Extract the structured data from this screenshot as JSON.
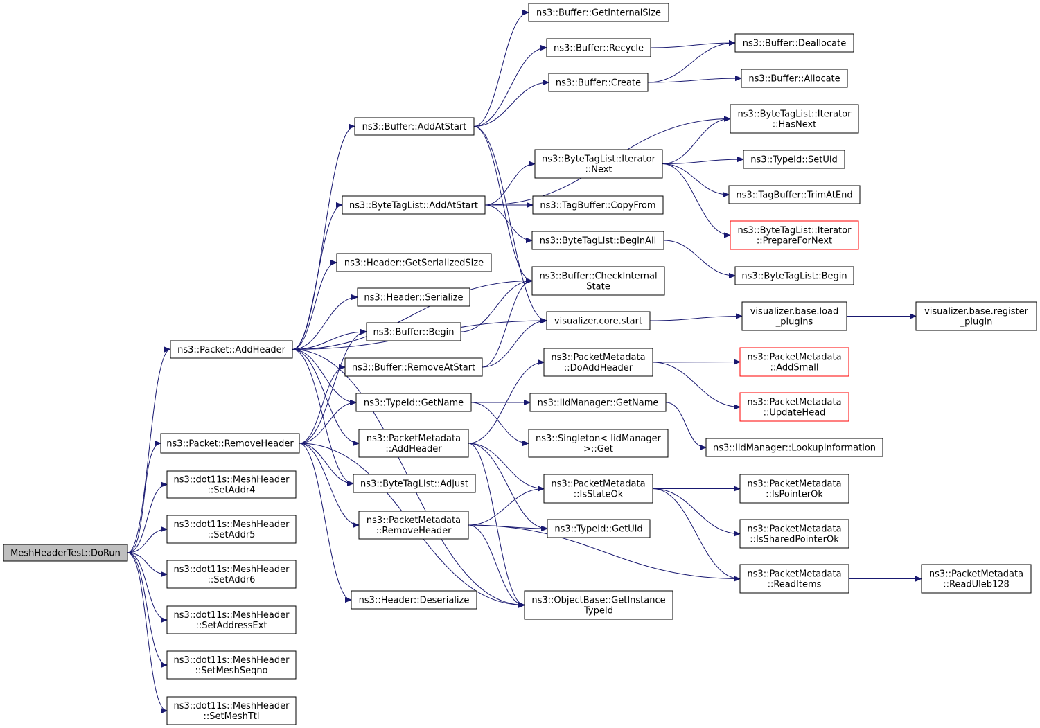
{
  "graph": {
    "nodes": [
      {
        "id": "n0",
        "lines": [
          "MeshHeaderTest::DoRun"
        ],
        "kind": "root"
      },
      {
        "id": "n1",
        "lines": [
          "ns3::Packet::AddHeader"
        ]
      },
      {
        "id": "n2",
        "lines": [
          "ns3::Packet::RemoveHeader"
        ]
      },
      {
        "id": "n3",
        "lines": [
          "ns3::dot11s::MeshHeader",
          "::SetAddr4"
        ]
      },
      {
        "id": "n4",
        "lines": [
          "ns3::dot11s::MeshHeader",
          "::SetAddr5"
        ]
      },
      {
        "id": "n5",
        "lines": [
          "ns3::dot11s::MeshHeader",
          "::SetAddr6"
        ]
      },
      {
        "id": "n6",
        "lines": [
          "ns3::dot11s::MeshHeader",
          "::SetAddressExt"
        ]
      },
      {
        "id": "n7",
        "lines": [
          "ns3::dot11s::MeshHeader",
          "::SetMeshSeqno"
        ]
      },
      {
        "id": "n8",
        "lines": [
          "ns3::dot11s::MeshHeader",
          "::SetMeshTtl"
        ]
      },
      {
        "id": "n9",
        "lines": [
          "ns3::Buffer::AddAtStart"
        ]
      },
      {
        "id": "n10",
        "lines": [
          "ns3::ByteTagList::AddAtStart"
        ]
      },
      {
        "id": "n11",
        "lines": [
          "ns3::Header::GetSerializedSize"
        ]
      },
      {
        "id": "n12",
        "lines": [
          "ns3::Header::Serialize"
        ]
      },
      {
        "id": "n13",
        "lines": [
          "ns3::Buffer::Begin"
        ]
      },
      {
        "id": "n14",
        "lines": [
          "ns3::Buffer::RemoveAtStart"
        ]
      },
      {
        "id": "n15",
        "lines": [
          "ns3::TypeId::GetName"
        ]
      },
      {
        "id": "n16",
        "lines": [
          "ns3::PacketMetadata",
          "::AddHeader"
        ]
      },
      {
        "id": "n17",
        "lines": [
          "ns3::ByteTagList::Adjust"
        ]
      },
      {
        "id": "n18",
        "lines": [
          "ns3::PacketMetadata",
          "::RemoveHeader"
        ]
      },
      {
        "id": "n19",
        "lines": [
          "ns3::Header::Deserialize"
        ]
      },
      {
        "id": "n20",
        "lines": [
          "ns3::Buffer::GetInternalSize"
        ]
      },
      {
        "id": "n21",
        "lines": [
          "ns3::Buffer::Recycle"
        ]
      },
      {
        "id": "n22",
        "lines": [
          "ns3::Buffer::Create"
        ]
      },
      {
        "id": "n23",
        "lines": [
          "ns3::ByteTagList::Iterator",
          "::Next"
        ]
      },
      {
        "id": "n24",
        "lines": [
          "ns3::TagBuffer::CopyFrom"
        ]
      },
      {
        "id": "n25",
        "lines": [
          "ns3::ByteTagList::BeginAll"
        ]
      },
      {
        "id": "n26",
        "lines": [
          "ns3::Buffer::CheckInternal",
          "State"
        ]
      },
      {
        "id": "n27",
        "lines": [
          "visualizer.core.start"
        ]
      },
      {
        "id": "n28",
        "lines": [
          "ns3::PacketMetadata",
          "::DoAddHeader"
        ]
      },
      {
        "id": "n29",
        "lines": [
          "ns3::IidManager::GetName"
        ]
      },
      {
        "id": "n30",
        "lines": [
          "ns3::Singleton< IidManager",
          ">::Get"
        ]
      },
      {
        "id": "n31",
        "lines": [
          "ns3::PacketMetadata",
          "::IsStateOk"
        ]
      },
      {
        "id": "n32",
        "lines": [
          "ns3::TypeId::GetUid"
        ]
      },
      {
        "id": "n33",
        "lines": [
          "ns3::ObjectBase::GetInstance",
          "TypeId"
        ]
      },
      {
        "id": "n34",
        "lines": [
          "ns3::Buffer::Deallocate"
        ]
      },
      {
        "id": "n35",
        "lines": [
          "ns3::Buffer::Allocate"
        ]
      },
      {
        "id": "n36",
        "lines": [
          "ns3::ByteTagList::Iterator",
          "::HasNext"
        ]
      },
      {
        "id": "n37",
        "lines": [
          "ns3::TypeId::SetUid"
        ]
      },
      {
        "id": "n38",
        "lines": [
          "ns3::TagBuffer::TrimAtEnd"
        ]
      },
      {
        "id": "n39",
        "lines": [
          "ns3::ByteTagList::Iterator",
          "::PrepareForNext"
        ],
        "kind": "truncated"
      },
      {
        "id": "n40",
        "lines": [
          "ns3::ByteTagList::Begin"
        ]
      },
      {
        "id": "n41",
        "lines": [
          "visualizer.base.load",
          "_plugins"
        ]
      },
      {
        "id": "n42",
        "lines": [
          "visualizer.base.register",
          "_plugin"
        ]
      },
      {
        "id": "n43",
        "lines": [
          "ns3::PacketMetadata",
          "::AddSmall"
        ],
        "kind": "truncated"
      },
      {
        "id": "n44",
        "lines": [
          "ns3::PacketMetadata",
          "::UpdateHead"
        ],
        "kind": "truncated"
      },
      {
        "id": "n45",
        "lines": [
          "ns3::IidManager::LookupInformation"
        ]
      },
      {
        "id": "n46",
        "lines": [
          "ns3::PacketMetadata",
          "::IsPointerOk"
        ]
      },
      {
        "id": "n47",
        "lines": [
          "ns3::PacketMetadata",
          "::IsSharedPointerOk"
        ]
      },
      {
        "id": "n48",
        "lines": [
          "ns3::PacketMetadata",
          "::ReadItems"
        ]
      },
      {
        "id": "n49",
        "lines": [
          "ns3::PacketMetadata",
          "::ReadUleb128"
        ]
      }
    ],
    "edges": [
      [
        "n0",
        "n1"
      ],
      [
        "n0",
        "n2"
      ],
      [
        "n0",
        "n3"
      ],
      [
        "n0",
        "n4"
      ],
      [
        "n0",
        "n5"
      ],
      [
        "n0",
        "n6"
      ],
      [
        "n0",
        "n7"
      ],
      [
        "n0",
        "n8"
      ],
      [
        "n1",
        "n9"
      ],
      [
        "n1",
        "n10"
      ],
      [
        "n1",
        "n11"
      ],
      [
        "n1",
        "n12"
      ],
      [
        "n1",
        "n13"
      ],
      [
        "n1",
        "n15"
      ],
      [
        "n1",
        "n16"
      ],
      [
        "n1",
        "n17"
      ],
      [
        "n1",
        "n26"
      ],
      [
        "n1",
        "n27"
      ],
      [
        "n1",
        "n33"
      ],
      [
        "n2",
        "n13"
      ],
      [
        "n2",
        "n14"
      ],
      [
        "n2",
        "n15"
      ],
      [
        "n2",
        "n17"
      ],
      [
        "n2",
        "n18"
      ],
      [
        "n2",
        "n19"
      ],
      [
        "n2",
        "n33"
      ],
      [
        "n9",
        "n20"
      ],
      [
        "n9",
        "n21"
      ],
      [
        "n9",
        "n22"
      ],
      [
        "n9",
        "n26"
      ],
      [
        "n9",
        "n27"
      ],
      [
        "n10",
        "n23"
      ],
      [
        "n10",
        "n24"
      ],
      [
        "n10",
        "n25"
      ],
      [
        "n10",
        "n36"
      ],
      [
        "n13",
        "n26"
      ],
      [
        "n14",
        "n26"
      ],
      [
        "n14",
        "n27"
      ],
      [
        "n15",
        "n29"
      ],
      [
        "n15",
        "n30"
      ],
      [
        "n16",
        "n28"
      ],
      [
        "n16",
        "n31"
      ],
      [
        "n16",
        "n32"
      ],
      [
        "n16",
        "n33"
      ],
      [
        "n18",
        "n31"
      ],
      [
        "n18",
        "n32"
      ],
      [
        "n18",
        "n33"
      ],
      [
        "n18",
        "n48"
      ],
      [
        "n21",
        "n34"
      ],
      [
        "n22",
        "n34"
      ],
      [
        "n22",
        "n35"
      ],
      [
        "n23",
        "n36"
      ],
      [
        "n23",
        "n37"
      ],
      [
        "n23",
        "n38"
      ],
      [
        "n23",
        "n39"
      ],
      [
        "n25",
        "n40"
      ],
      [
        "n27",
        "n41"
      ],
      [
        "n41",
        "n42"
      ],
      [
        "n28",
        "n43"
      ],
      [
        "n28",
        "n44"
      ],
      [
        "n29",
        "n45"
      ],
      [
        "n31",
        "n46"
      ],
      [
        "n31",
        "n47"
      ],
      [
        "n31",
        "n48"
      ],
      [
        "n48",
        "n49"
      ]
    ]
  }
}
